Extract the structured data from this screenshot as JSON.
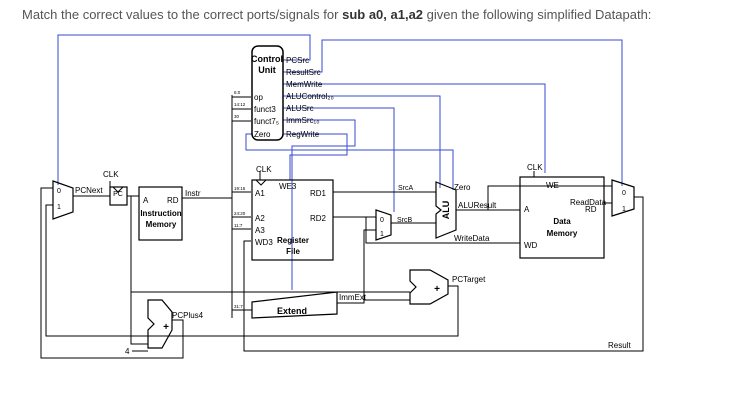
{
  "question": {
    "prefix": "Match the correct values to the correct ports/signals for",
    "instruction": "sub a0, a1,a2",
    "suffix": "given the following  simplified Datapath:"
  },
  "control_unit": {
    "title1": "Control",
    "title2": "Unit",
    "inputs": [
      "op",
      "funct3",
      "funct7₅",
      "Zero"
    ],
    "outputs": [
      "PCSrc",
      "ResultSrc",
      "MemWrite",
      "ALUControl₂₀",
      "ALUSrc",
      "ImmSrc₁₀",
      "RegWrite"
    ]
  },
  "bits": {
    "op": "6:0",
    "funct3": "14:12",
    "funct7": "30",
    "a1": "19:15",
    "a2": "24:20",
    "a3": "11:7",
    "imm": "31:7"
  },
  "pc": {
    "clk": "CLK",
    "pcnext": "PCNext",
    "pc": "PC",
    "mux_0": "0",
    "mux_1": "1"
  },
  "imem": {
    "port_a": "A",
    "port_rd": "RD",
    "label1": "Instruction",
    "label2": "Memory",
    "instr": "Instr"
  },
  "regfile": {
    "clk": "CLK",
    "we3": "WE3",
    "a1": "A1",
    "a2": "A2",
    "a3": "A3",
    "wd3": "WD3",
    "rd1": "RD1",
    "rd2": "RD2",
    "label1": "Register",
    "label2": "File"
  },
  "alu": {
    "label": "ALU",
    "srca": "SrcA",
    "srcb": "SrcB",
    "zero": "Zero",
    "aluresult": "ALUResult",
    "writedata": "WriteData",
    "srcb_mux_0": "0",
    "srcb_mux_1": "1"
  },
  "dmem": {
    "clk": "CLK",
    "we": "WE",
    "port_a": "A",
    "port_rd": "RD",
    "port_wd": "WD",
    "label1": "Data",
    "label2": "Memory",
    "readdata": "ReadData",
    "result_mux_0": "0",
    "result_mux_1": "1"
  },
  "extend": {
    "label": "Extend",
    "immext": "ImmExt"
  },
  "adders": {
    "pctarget": "PCTarget",
    "pcplus4": "PCPlus4",
    "four": "4",
    "plus": "+"
  },
  "result": "Result"
}
